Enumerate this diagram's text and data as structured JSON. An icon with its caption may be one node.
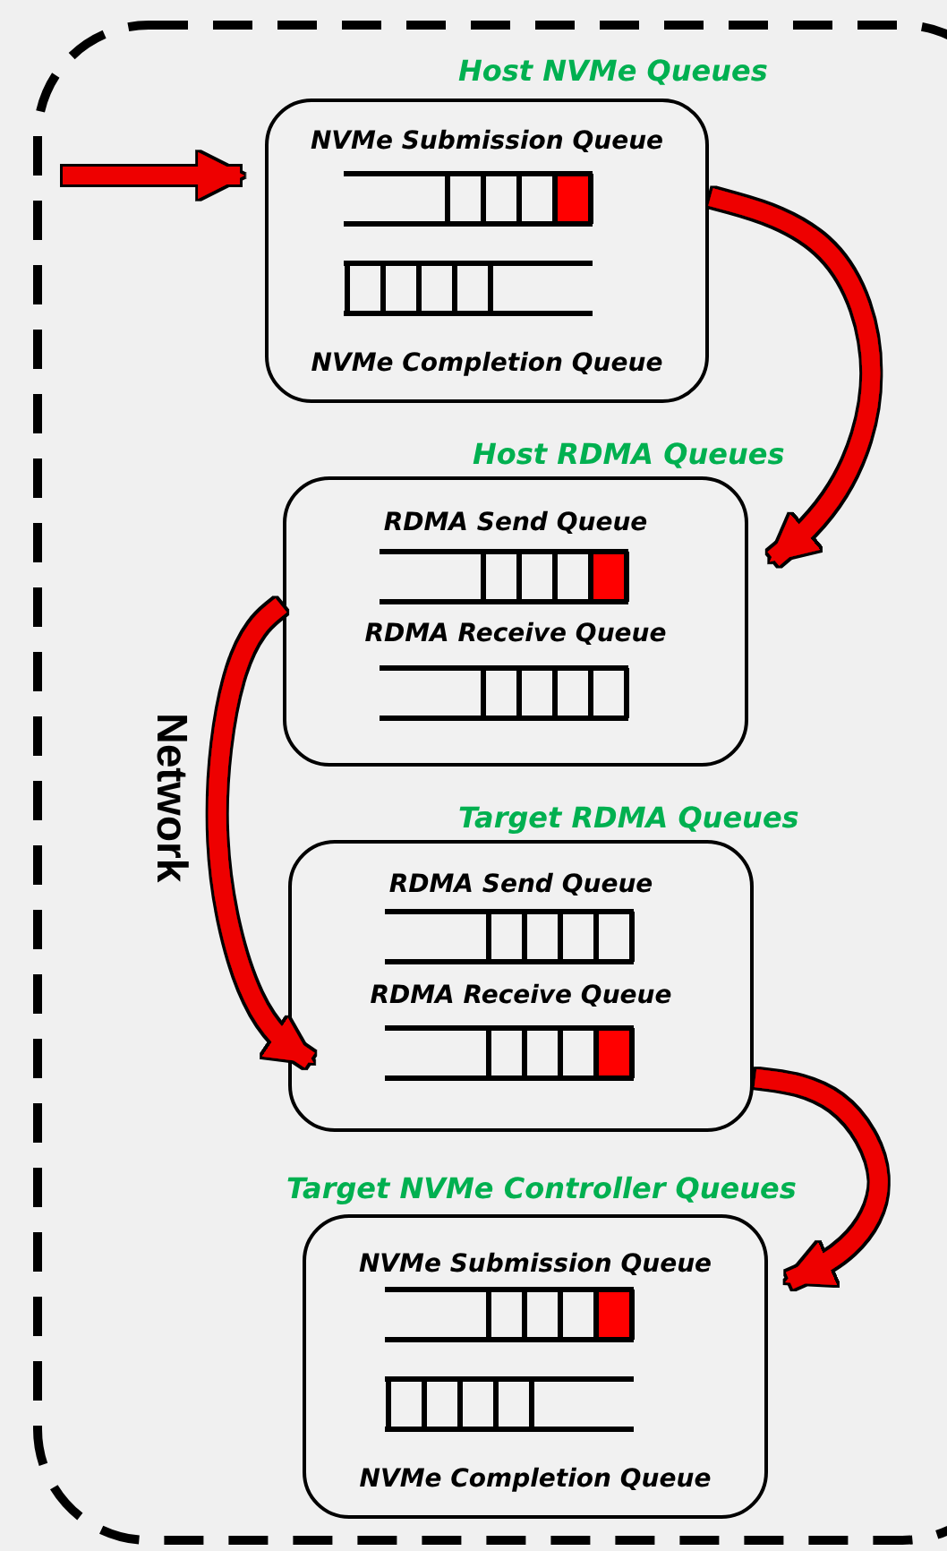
{
  "diagram": {
    "nodes": [
      {
        "text": [
          "Host NVMe Queues",
          "NVMe Submission Queue",
          "NVMe Completion Queue"
        ]
      },
      {
        "text": [
          "Host RDMA Queues",
          "RDMA Send Queue",
          "RDMA Receive Queue"
        ]
      },
      {
        "text": [
          "Target RDMA Queues",
          "RDMA Send Queue",
          "RDMA Receive Queue"
        ]
      },
      {
        "text": [
          "Target NVMe Controller Queues",
          "NVMe Submission Queue",
          "NVMe Completion Queue"
        ]
      }
    ],
    "edges": [
      {
        "from": null,
        "to": 0,
        "arrow": "to"
      },
      {
        "from": 0,
        "to": 1,
        "arrow": "to"
      },
      {
        "from": 1,
        "to": 2,
        "arrow": "to"
      },
      {
        "from": 2,
        "to": 3,
        "arrow": "to"
      }
    ],
    "labels": [
      "Network"
    ]
  }
}
